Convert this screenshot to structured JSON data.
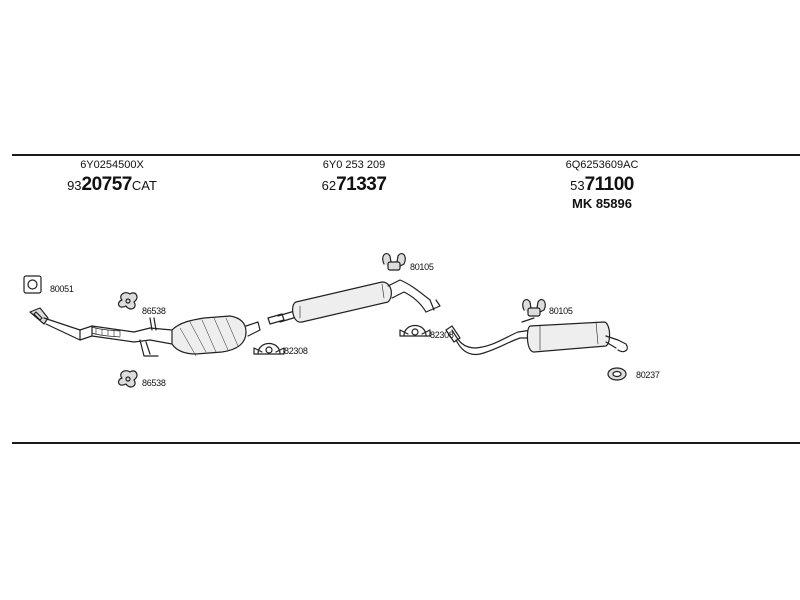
{
  "groups": [
    {
      "oe": "6Y0254500X",
      "prefix": "93",
      "number": "20757",
      "suffix": "CAT"
    },
    {
      "oe": "6Y0 253 209",
      "prefix": "62",
      "number": "71337",
      "suffix": ""
    },
    {
      "oe": "6Q6253609AC",
      "prefix": "53",
      "number": "71100",
      "suffix": "",
      "mk": "MK  85896"
    }
  ],
  "labels": {
    "gasket_front": "80051",
    "mount_a": "86538",
    "mount_b": "86538",
    "clamp_cat": "82308",
    "hanger_mid": "80105",
    "clamp_mid": "82308",
    "hanger_rear": "80105",
    "ring_rear": "80237"
  }
}
